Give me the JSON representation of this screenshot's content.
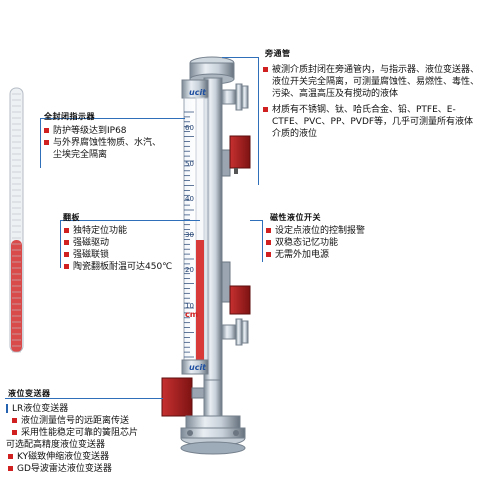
{
  "labels": {
    "bypass": {
      "title": "旁通管",
      "items": [
        "被测介质封闭在旁通管内，与指示器、液位变送器、液位开关完全隔离，可测量腐蚀性、易燃性、毒性、污染、高温高压及有搅动的液体",
        "材质有不锈钢、钛、哈氏合金、铅、PTFE、E-CTFE、PVC、PP、PVDF等，几乎可测量所有液体介质的液位"
      ]
    },
    "indicator": {
      "title": "全封闭指示器",
      "items": [
        "防护等级达到IP68",
        "与外界腐蚀性物质、水汽、尘埃完全隔离"
      ]
    },
    "flap": {
      "title": "翻板",
      "items": [
        "独特定位功能",
        "强磁驱动",
        "强磁联锁",
        "陶瓷翻板耐温可达450℃"
      ]
    },
    "switch": {
      "title": "磁性液位开关",
      "items": [
        "设定点液位的控制报警",
        "双稳态记忆功能",
        "无需外加电源"
      ]
    },
    "transmitter": {
      "title": "液位变送器",
      "lr": "LR液位变送器",
      "lr_items": [
        "液位测量信号的远距离传送",
        "采用性能稳定可靠的簧阻芯片"
      ],
      "optional": "可选配高精度液位变送器",
      "extra": [
        "KY磁致伸缩液位变送器",
        "GD导波雷达液位变送器"
      ]
    }
  },
  "gauge": {
    "scale_ticks": [
      "60",
      "50",
      "40",
      "30",
      "20",
      "10"
    ],
    "unit": "cm",
    "brand": "ucit"
  },
  "colors": {
    "accent": "#2f6eb8",
    "bullet": "#d12020",
    "level_red": "#d83a3a",
    "switch_box": "#a81e1e"
  }
}
